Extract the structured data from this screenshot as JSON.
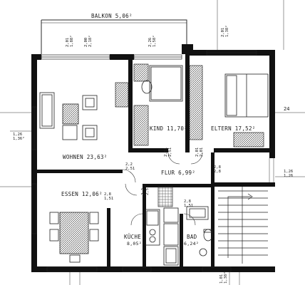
{
  "rooms": {
    "balkon": "BALKON 5,06²",
    "kind": "KIND 11,70²",
    "eltern": "ELTERN 17,52²",
    "wohnen": "WOHNEN 23,63²",
    "flur": "FLUR 6,99²",
    "essen": "ESSEN 12,06²",
    "kueche": "KÜCHE",
    "kueche_area": "8,05²",
    "bad": "BAD",
    "bad_area": "6,24²"
  },
  "dimensions": {
    "balkon_a_top": "2,01",
    "balkon_a_bot": "1,88²",
    "balkon_b_top": "2,00",
    "balkon_b_bot": "2,18²",
    "kind_win_top": "2,26",
    "kind_win_bot": "1,58²",
    "eltern_win_top": "2,01",
    "eltern_win_bot": "1,38²",
    "left_top": "1,26",
    "left_bot": "1,36²",
    "right_top": "1,26",
    "right_bot": "1,26",
    "right_edge": "24",
    "bottom_right_top": "1,01",
    "bottom_right_bot": "1,38²"
  },
  "door_marks": {
    "kind_door": "2,51",
    "kind_door_b": "2,51",
    "eltern_door": "2,01",
    "eltern_door_b": "2,01",
    "wohnen_door": "2,2",
    "wohnen_door_b": "2,51",
    "flur_right": "2,8",
    "flur_right_b": "2,8",
    "essen_door": "2,8",
    "essen_door_b": "1,51",
    "kueche_door": "2,2",
    "kueche_door_b": "2,51",
    "bad_door": "2,8",
    "bad_door_b": "1,51"
  },
  "colors": {
    "wall": "#111111",
    "line": "#2a2a2a",
    "paper": "#ffffff"
  }
}
